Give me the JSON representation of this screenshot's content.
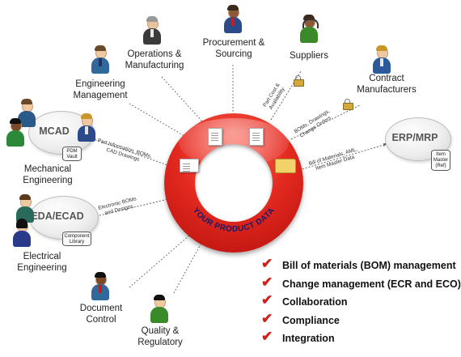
{
  "center": {
    "label": "YOUR PRODUCT DATA"
  },
  "nodes": {
    "operations": "Operations &\nManufacturing",
    "procurement": "Procurement &\nSourcing",
    "suppliers": "Suppliers",
    "engineering_mgmt": "Engineering\nManagement",
    "contract_mfrs": "Contract\nManufacturers",
    "mechanical": "Mechanical\nEngineering",
    "electrical": "Electrical\nEngineering",
    "document_control": "Document\nControl",
    "quality": "Quality &\nRegulatory"
  },
  "systems": {
    "mcad": {
      "title": "MCAD",
      "vault": "PDM\nVault"
    },
    "edaecad": {
      "title": "EDA/ECAD",
      "library": "Component\nLibrary"
    },
    "erp": {
      "title": "ERP/MRP",
      "master": "Item\nMaster\n(Ref)"
    }
  },
  "flows": {
    "mcad": "Part Information, BOMs,\nCAD Drawings",
    "eda": "Electronic BOMs\nand Designs",
    "erp": "Bill of Materials, AML,\nItem Master Data",
    "suppliers": "Part Cost &\nAvailability",
    "contract": "BOMs, Drawings,\nChange Orders"
  },
  "checklist": [
    "Bill of materials (BOM) management",
    "Change management (ECR and ECO)",
    "Collaboration",
    "Compliance",
    "Integration"
  ],
  "icons": {
    "check": "check-mark-icon",
    "lock": "padlock-icon",
    "person": "person-icon"
  },
  "colors": {
    "accent_red": "#e42a20",
    "check_red": "#d0201a"
  }
}
